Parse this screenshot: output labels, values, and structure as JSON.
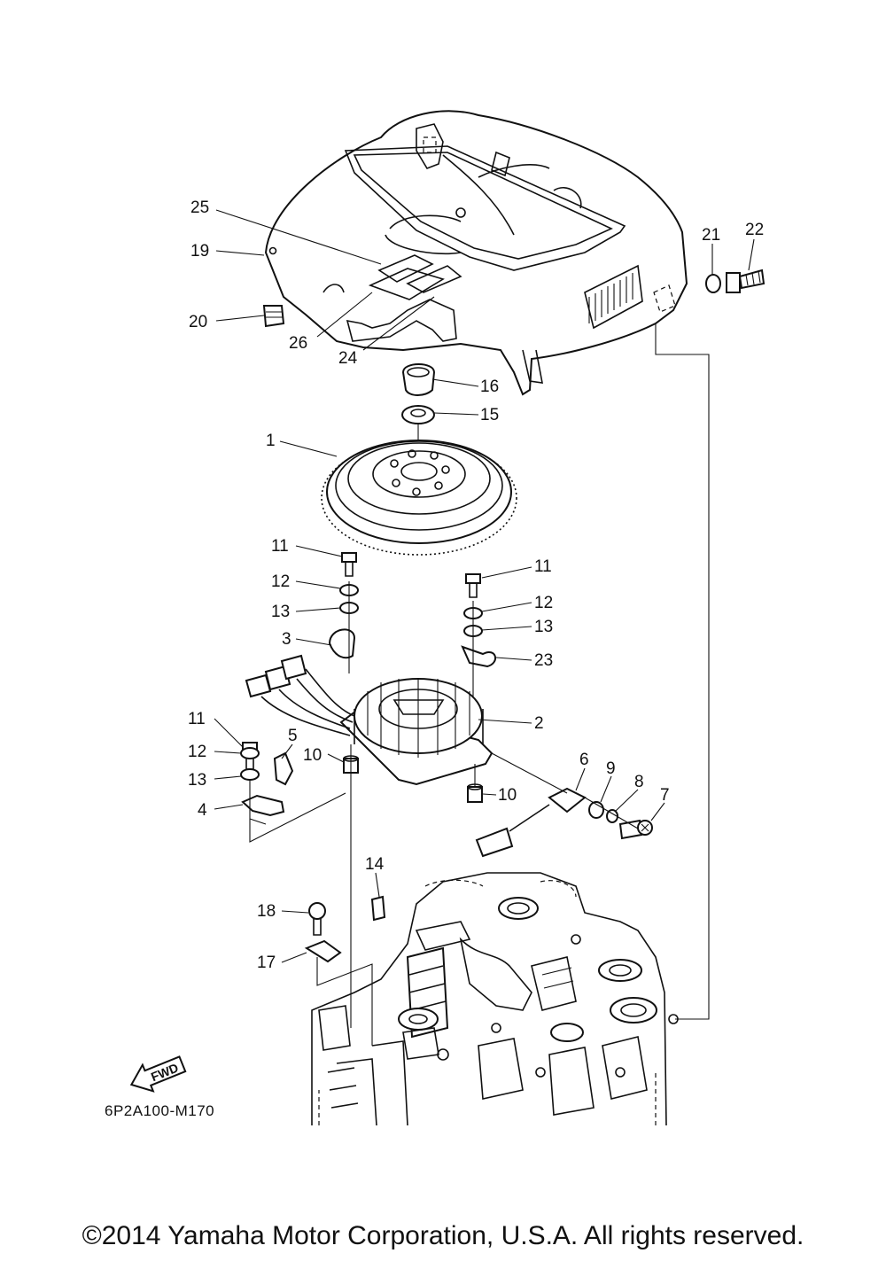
{
  "diagram": {
    "parts": {
      "p1": "1",
      "p2": "2",
      "p3": "3",
      "p4": "4",
      "p5": "5",
      "p6": "6",
      "p7": "7",
      "p8": "8",
      "p9": "9",
      "p10a": "10",
      "p10b": "10",
      "p11a": "11",
      "p11b": "11",
      "p11c": "11",
      "p12a": "12",
      "p12b": "12",
      "p12c": "12",
      "p13a": "13",
      "p13b": "13",
      "p13c": "13",
      "p14": "14",
      "p15": "15",
      "p16": "16",
      "p17": "17",
      "p18": "18",
      "p19": "19",
      "p20": "20",
      "p21": "21",
      "p22": "22",
      "p23": "23",
      "p24": "24",
      "p25": "25",
      "p26": "26"
    },
    "fwd_label": "FWD",
    "figure_code": "6P2A100-M170"
  },
  "footer": {
    "copyright": "©2014 Yamaha Motor Corporation, U.S.A. All rights reserved."
  }
}
